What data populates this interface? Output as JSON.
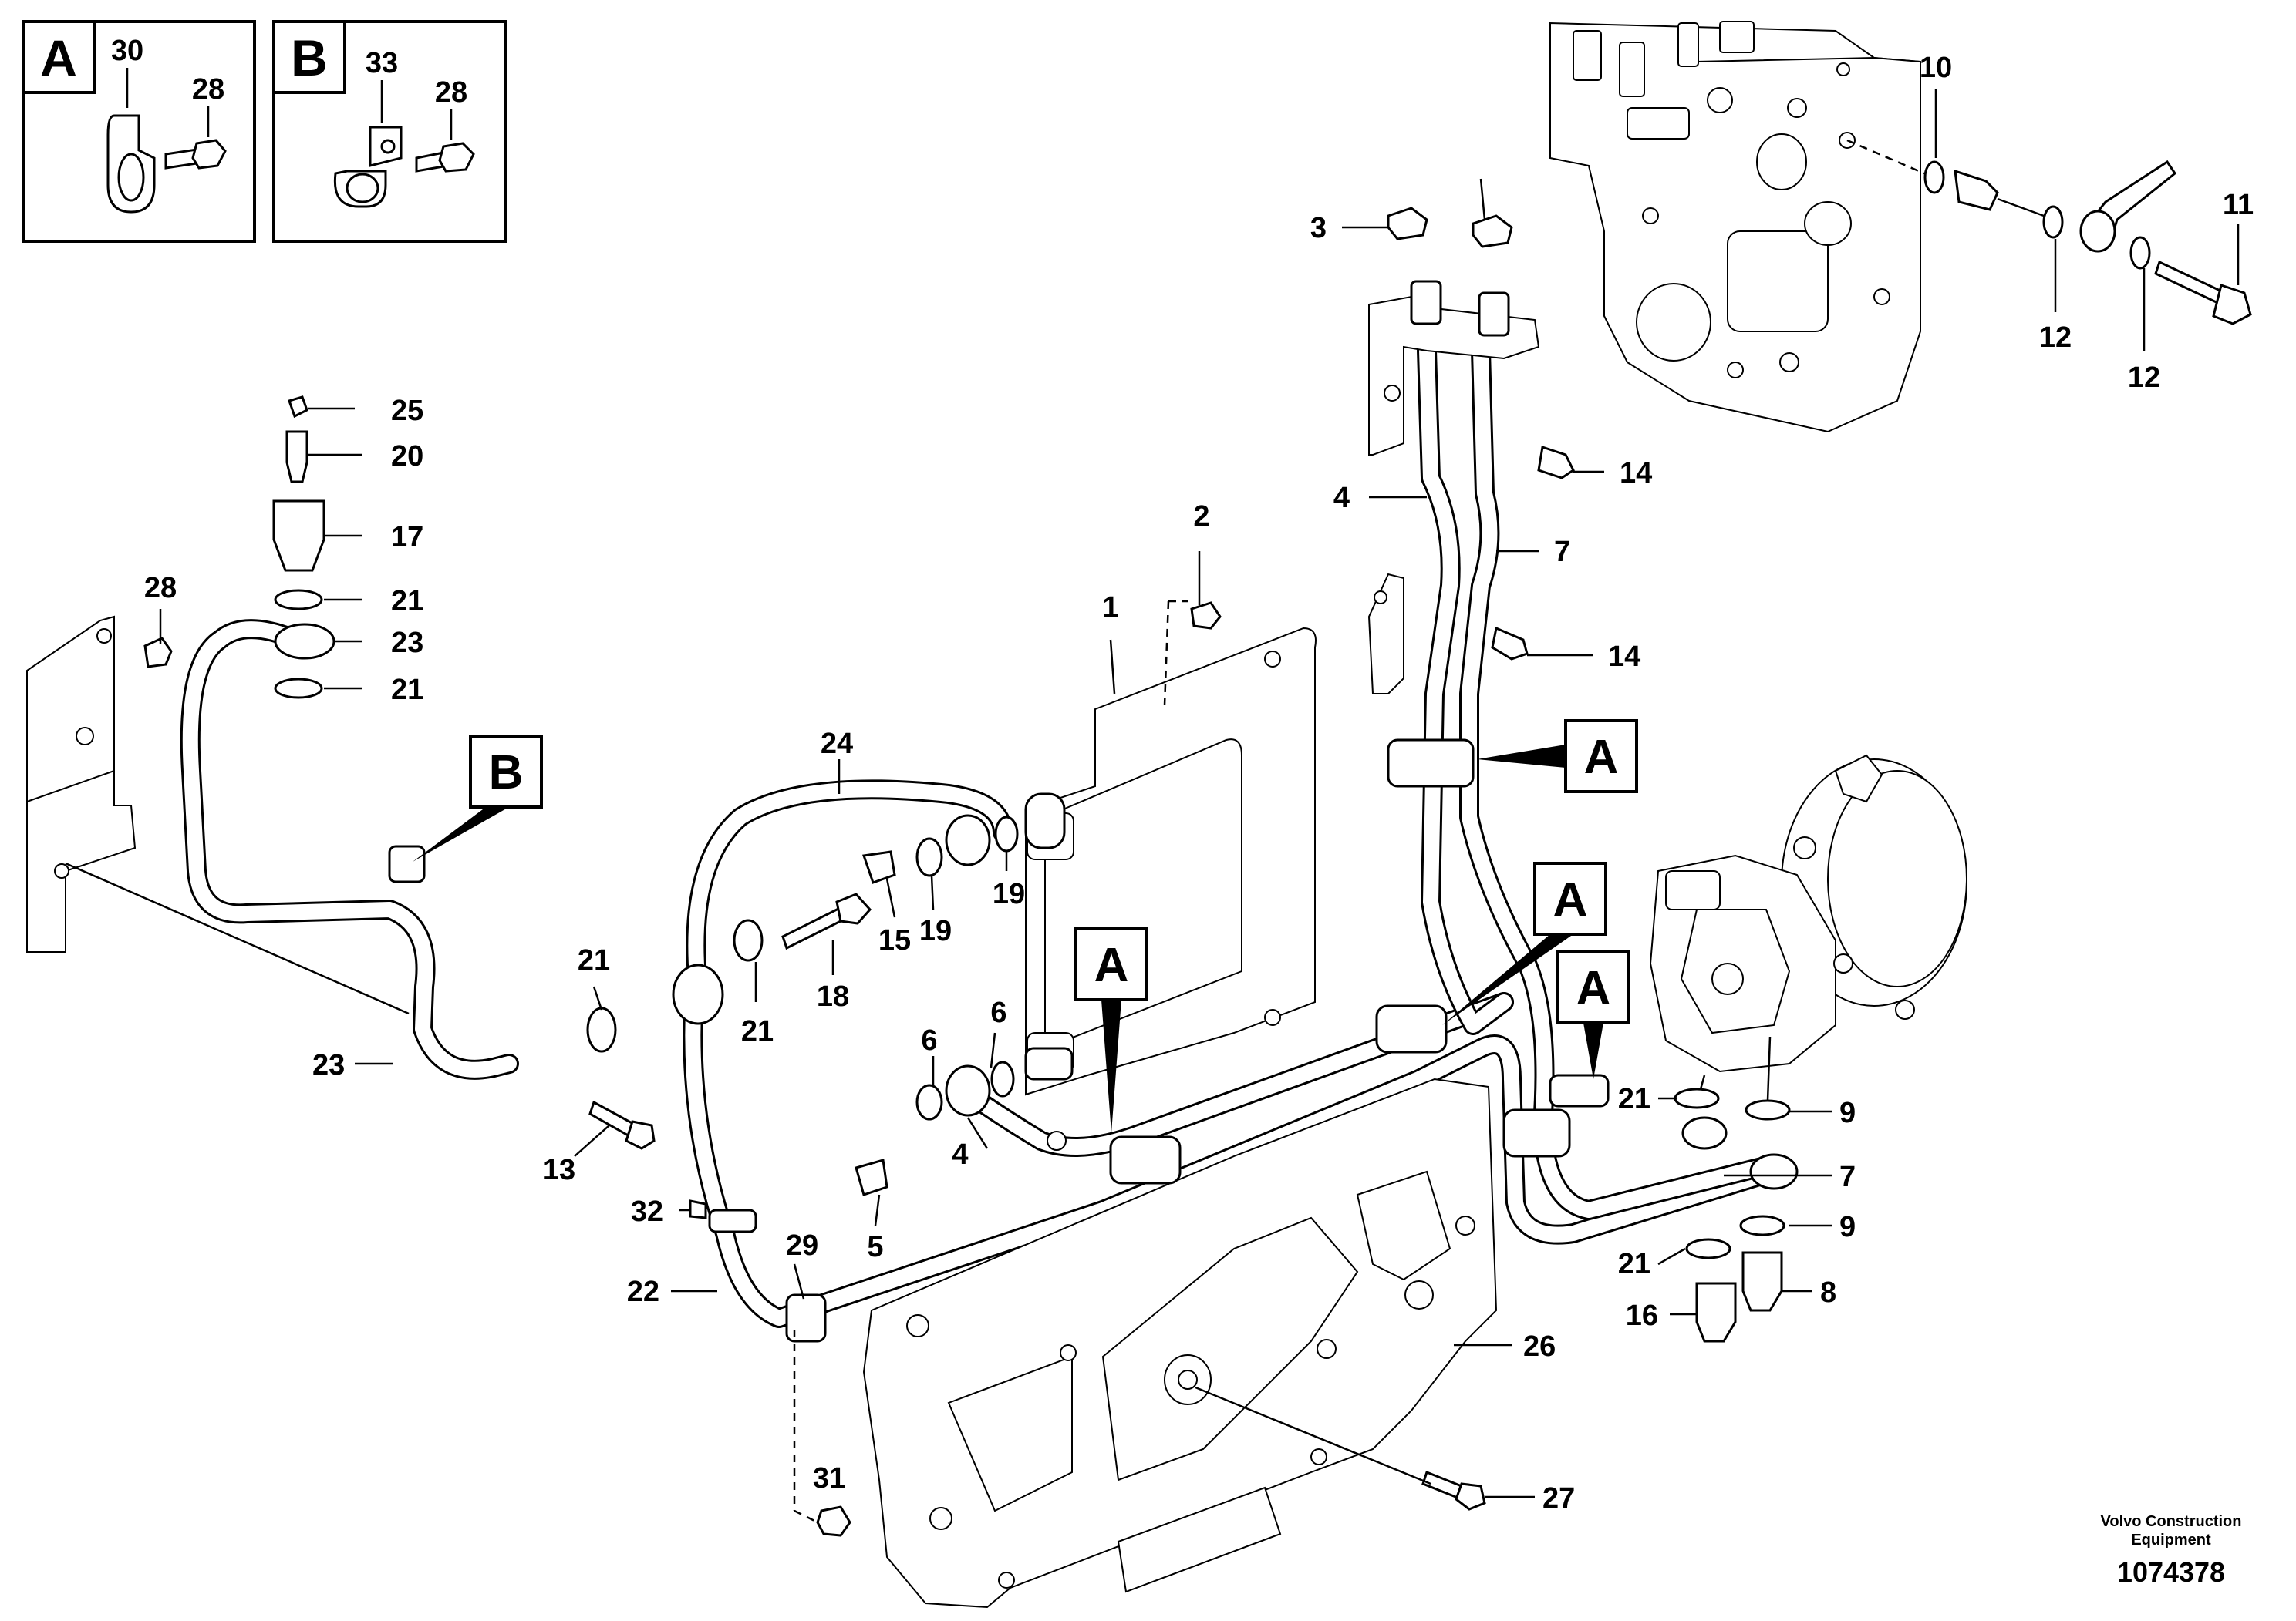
{
  "detail_boxes": [
    {
      "letter": "A",
      "label_clip": "30",
      "label_screw": "28"
    },
    {
      "letter": "B",
      "label_clip": "33",
      "label_screw": "28"
    }
  ],
  "callout_letters": {
    "a": "A",
    "b": "B"
  },
  "labels": {
    "p1": "1",
    "p2": "2",
    "p3": "3",
    "p4a": "4",
    "p4b": "4",
    "p5": "5",
    "p6a": "6",
    "p6b": "6",
    "p7a": "7",
    "p7b": "7",
    "p8": "8",
    "p9a": "9",
    "p9b": "9",
    "p10": "10",
    "p11": "11",
    "p12a": "12",
    "p12b": "12",
    "p13": "13",
    "p14a": "14",
    "p14b": "14",
    "p15": "15",
    "p16": "16",
    "p17": "17",
    "p18": "18",
    "p19a": "19",
    "p19b": "19",
    "p20": "20",
    "p21a": "21",
    "p21b": "21",
    "p21c": "21",
    "p21d": "21",
    "p21e": "21",
    "p21f": "21",
    "p22": "22",
    "p23a": "23",
    "p23b": "23",
    "p24": "24",
    "p25": "25",
    "p26": "26",
    "p27": "27",
    "p28": "28",
    "p29": "29",
    "p31": "31",
    "p32": "32"
  },
  "footer": {
    "brand_line1": "Volvo Construction",
    "brand_line2": "Equipment",
    "drawing_number": "1074378"
  }
}
